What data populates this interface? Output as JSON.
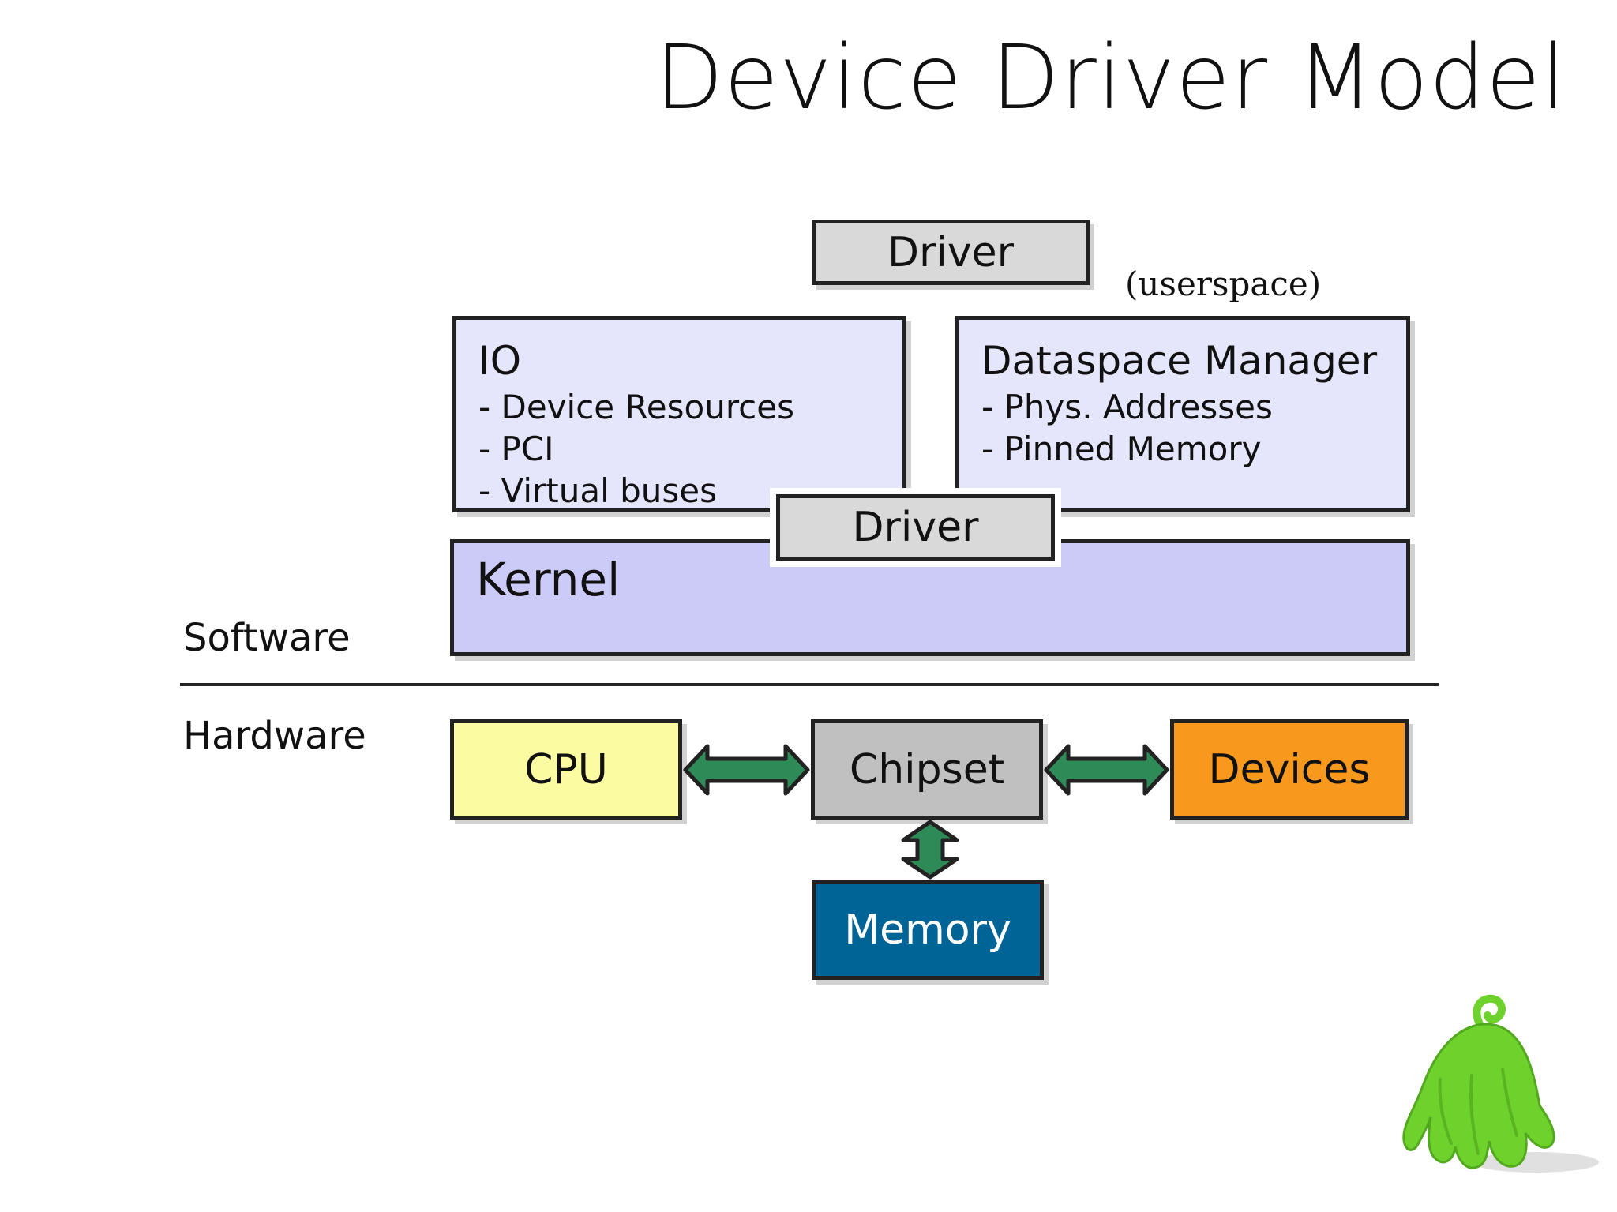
{
  "title": "Device Driver Model",
  "userspace": {
    "driver_label": "Driver",
    "annotation": "(userspace)"
  },
  "io_box": {
    "heading": "IO",
    "items": [
      "- Device Resources",
      "- PCI",
      "- Virtual buses"
    ]
  },
  "dataspace_box": {
    "heading": "Dataspace Manager",
    "items": [
      "- Phys. Addresses",
      "- Pinned Memory"
    ]
  },
  "kernel": {
    "label": "Kernel",
    "driver_label": "Driver"
  },
  "layers": {
    "software_label": "Software",
    "hardware_label": "Hardware"
  },
  "hardware": {
    "cpu_label": "CPU",
    "chipset_label": "Chipset",
    "devices_label": "Devices",
    "memory_label": "Memory"
  },
  "colors": {
    "box_fill": "#e5e6fb",
    "kernel_fill": "#cccbf7",
    "driver_fill": "#d9d9d9",
    "cpu_fill": "#fbfba2",
    "chipset_fill": "#c0c0c0",
    "devices_fill": "#f8991d",
    "memory_fill": "#006496",
    "arrow_fill": "#2e8b57",
    "mascot_fill": "#6fd22c"
  },
  "icons": {
    "connector": "double-arrow-icon",
    "mascot": "green-hand-mascot-icon"
  }
}
